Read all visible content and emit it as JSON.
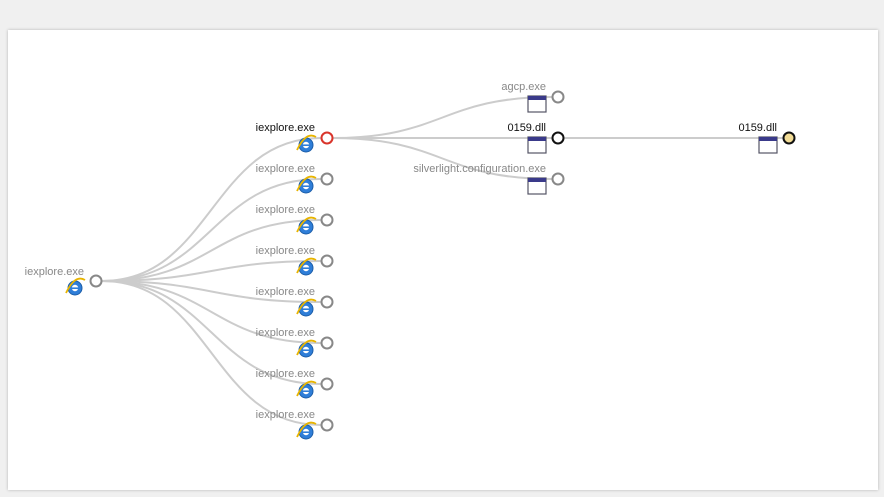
{
  "tree": {
    "root": {
      "label": "iexplore.exe",
      "icon": "ie-icon",
      "node_state": "default"
    },
    "children": [
      {
        "label": "iexplore.exe",
        "icon": "ie-icon",
        "node_state": "selected"
      },
      {
        "label": "iexplore.exe",
        "icon": "ie-icon",
        "node_state": "default"
      },
      {
        "label": "iexplore.exe",
        "icon": "ie-icon",
        "node_state": "default"
      },
      {
        "label": "iexplore.exe",
        "icon": "ie-icon",
        "node_state": "default"
      },
      {
        "label": "iexplore.exe",
        "icon": "ie-icon",
        "node_state": "default"
      },
      {
        "label": "iexplore.exe",
        "icon": "ie-icon",
        "node_state": "default"
      },
      {
        "label": "iexplore.exe",
        "icon": "ie-icon",
        "node_state": "default"
      },
      {
        "label": "iexplore.exe",
        "icon": "ie-icon",
        "node_state": "default"
      }
    ],
    "grandchildren": [
      {
        "label": "agcp.exe",
        "icon": "window-icon",
        "node_state": "default"
      },
      {
        "label": "0159.dll",
        "icon": "window-icon",
        "node_state": "active"
      },
      {
        "label": "silverlight.configuration.exe",
        "icon": "window-icon",
        "node_state": "default"
      }
    ],
    "leaf": {
      "label": "0159.dll",
      "icon": "window-icon",
      "node_state": "highlighted"
    }
  },
  "colors": {
    "link": "#cccccc",
    "node_default": "#888888",
    "node_selected": "#d9342b",
    "node_active": "#111111",
    "node_highlight_fill": "#f2dc96",
    "label_default": "#888888",
    "label_emphasis": "#111111"
  }
}
